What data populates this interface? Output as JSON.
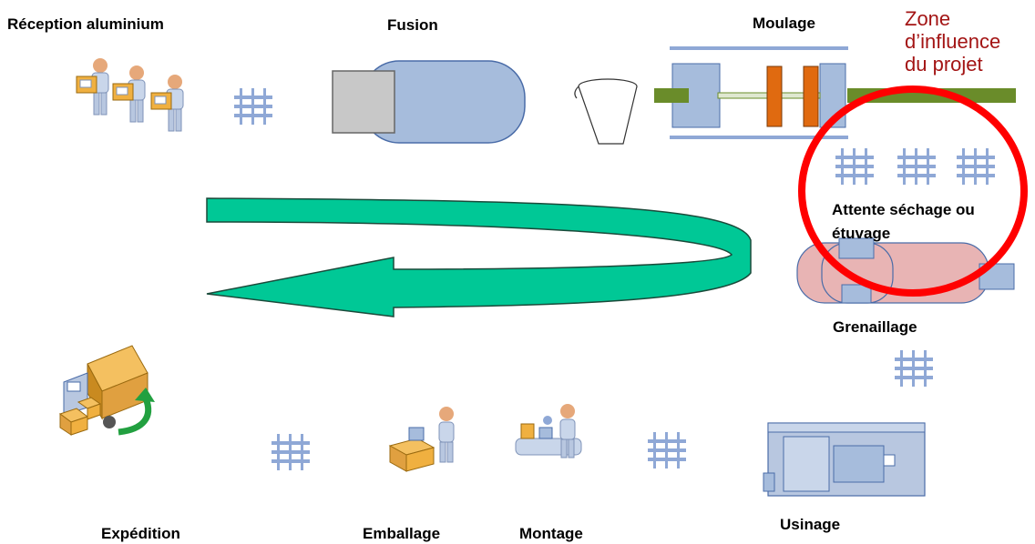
{
  "stages": {
    "reception": "Réception aluminium",
    "fusion": "Fusion",
    "moulage": "Moulage",
    "attente_line1": "Attente séchage ou",
    "attente_line2": "étuvage",
    "grenaillage": "Grenaillage",
    "usinage": "Usinage",
    "montage": "Montage",
    "emballage": "Emballage",
    "expedition": "Expédition"
  },
  "zone": {
    "line1": "Zone",
    "line2": "d’influence",
    "line3": "du projet",
    "color": "#c00000"
  },
  "colors": {
    "arrow": "#00c896",
    "stock": "#8fa8d6",
    "furnace": "#a6bcdc",
    "oven": "#e8b4b4",
    "mould_bar": "#6a8c2a",
    "mould_plate": "#e06a10"
  },
  "icons": [
    "workers-icon",
    "stock-icon",
    "furnace-icon",
    "ladle-icon",
    "moulding-press-icon",
    "oven-icon",
    "machining-center-icon",
    "assembly-worker-icon",
    "packing-worker-icon",
    "delivery-truck-icon"
  ]
}
